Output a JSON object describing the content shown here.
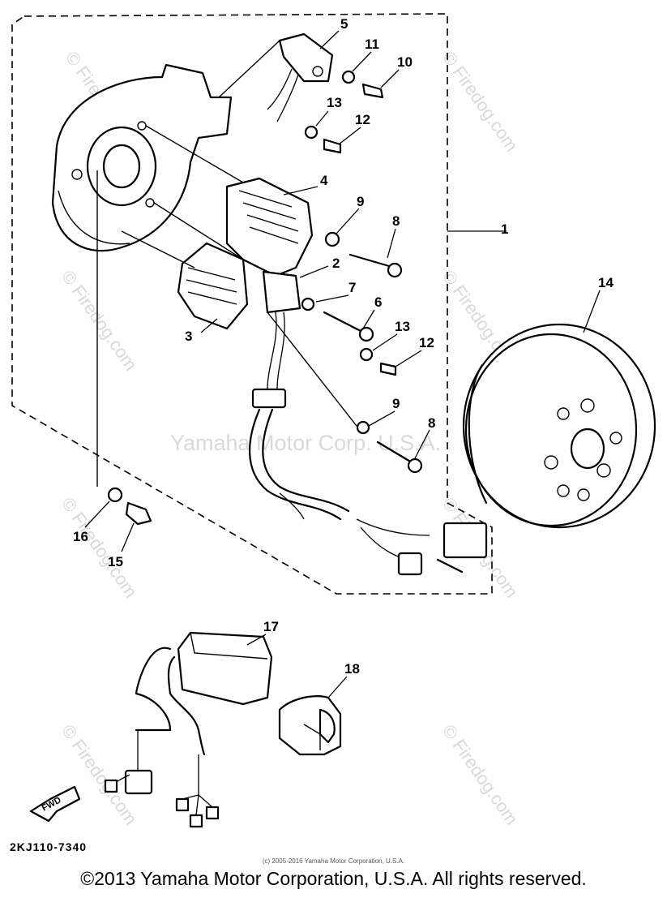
{
  "watermarks": {
    "site": "© Firedog.com",
    "center": "Yamaha Motor Corp. U.S.A."
  },
  "callouts": [
    "1",
    "2",
    "3",
    "4",
    "5",
    "6",
    "7",
    "8",
    "8",
    "9",
    "9",
    "10",
    "11",
    "12",
    "12",
    "13",
    "13",
    "14",
    "15",
    "16",
    "17",
    "18"
  ],
  "fwd_label": "FWD",
  "diagram_code": "2KJ110-7340",
  "small_copyright": "(c) 2005-2016 Yamaha Motor Corporation, U.S.A.",
  "copyright": "©2013 Yamaha Motor Corporation, U.S.A. All rights reserved."
}
